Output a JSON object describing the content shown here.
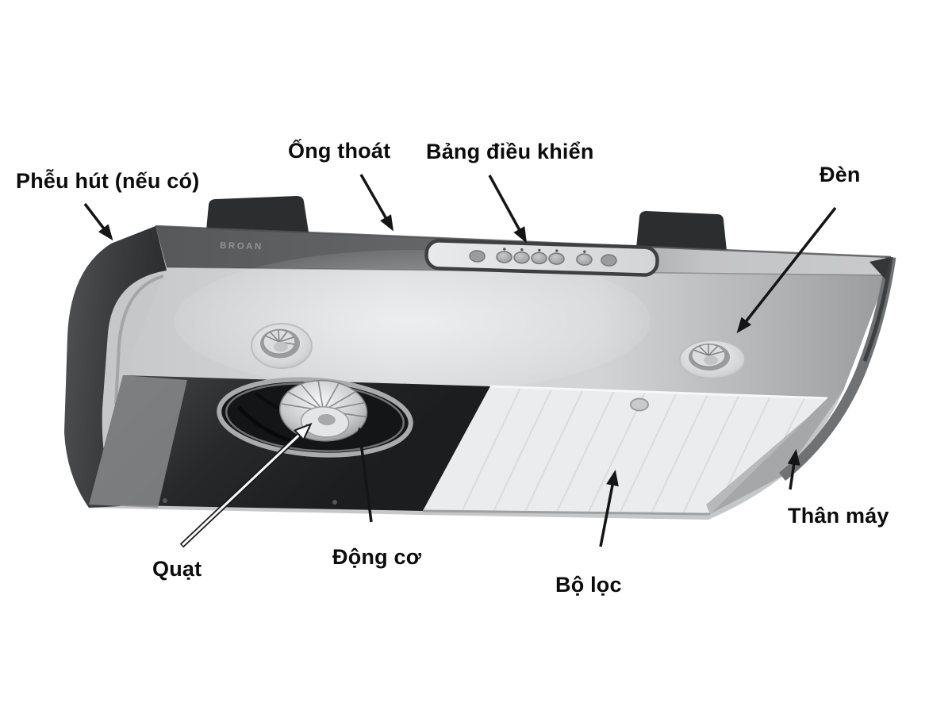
{
  "diagram": {
    "subject": "range-hood-parts-diagram",
    "brand": "BROAN",
    "labels": {
      "phieu_hut": "Phễu hút (nếu có)",
      "ong_thoat": "Ống thoát",
      "bang_dieu_khien": "Bảng điều khiển",
      "den": "Đèn",
      "than_may": "Thân máy",
      "bo_loc": "Bộ lọc",
      "dong_co": "Động cơ",
      "quat": "Quạt"
    },
    "control_panel": {
      "button_count": 7
    },
    "colors": {
      "background": "#ffffff",
      "label_text": "#0c0c0c",
      "arrow": "#151515",
      "body_silver": "#c6c7c9",
      "dark_band": "#5f6062",
      "funnel_dark": "#3a3b3d",
      "underside_dark": "#242527",
      "filter_panel": "#ebecee"
    }
  }
}
